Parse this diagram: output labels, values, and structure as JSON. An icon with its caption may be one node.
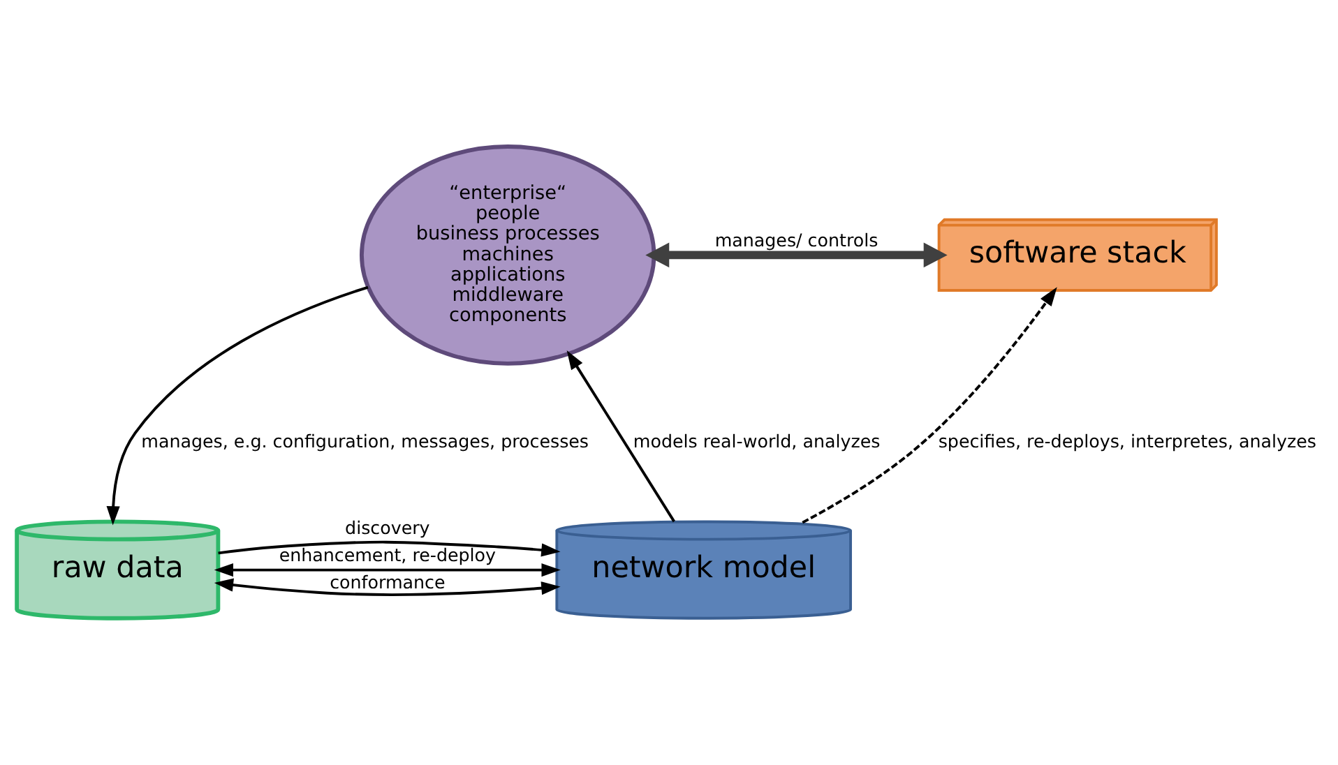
{
  "diagram": {
    "nodes": [
      {
        "text": [
          "“enterprise“",
          "people",
          "business processes",
          "machines",
          "applications",
          "middleware",
          "components"
        ]
      },
      {
        "text": [
          "software stack"
        ]
      },
      {
        "text": [
          "network model"
        ]
      },
      {
        "text": [
          "raw data"
        ]
      }
    ],
    "edges": [
      {
        "from": 0,
        "to": 1,
        "arrow": "both",
        "label": "manages/ controls",
        "style": "thick",
        "color": "#404040"
      },
      {
        "from": 0,
        "to": 3,
        "arrow": "to",
        "label": "manages, e.g. configuration, messages, processes"
      },
      {
        "from": 2,
        "to": 0,
        "arrow": "to",
        "label": "models real-world, analyzes"
      },
      {
        "from": 2,
        "to": 1,
        "arrow": "to",
        "label": "specifies, re-deploys, interpretes, analyzes",
        "style": "dashed"
      },
      {
        "from": 3,
        "to": 2,
        "arrow": "to",
        "label": "discovery"
      },
      {
        "from": 2,
        "to": 3,
        "arrow": "both",
        "label": "conformance"
      },
      {
        "from": 2,
        "to": 3,
        "arrow": "both",
        "label": "enhancement, re-deploy"
      }
    ]
  }
}
